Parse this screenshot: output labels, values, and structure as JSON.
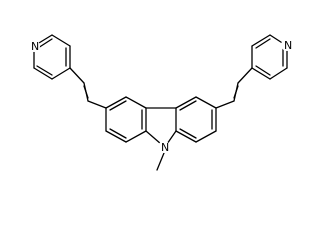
{
  "molecule": {
    "atom_labels": {
      "pyridine_left_n": "N",
      "pyridine_right_n": "N",
      "carbazole_n": "N"
    },
    "colors": {
      "bond": "#000000",
      "atom_label": "#000000",
      "background": "#ffffff"
    }
  }
}
